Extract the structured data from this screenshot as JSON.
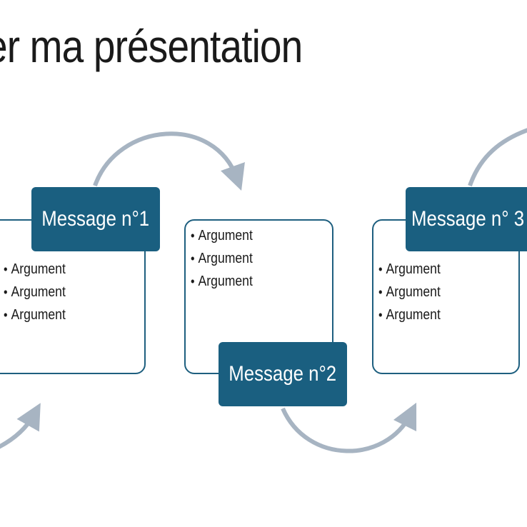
{
  "title": "er ma présentation",
  "colors": {
    "accent": "#1a5f80",
    "box_border": "#1e5f7f",
    "arrow": "#a7b4c2"
  },
  "icons": [
    "curved-arrow-icon"
  ],
  "groups": [
    {
      "message": "Message n°1",
      "arguments": [
        "Argument",
        "Argument",
        "Argument"
      ]
    },
    {
      "message": "Message n°2",
      "arguments": [
        "Argument",
        "Argument",
        "Argument"
      ]
    },
    {
      "message": "Message n° 3",
      "arguments": [
        "Argument",
        "Argument",
        "Argument"
      ]
    }
  ]
}
